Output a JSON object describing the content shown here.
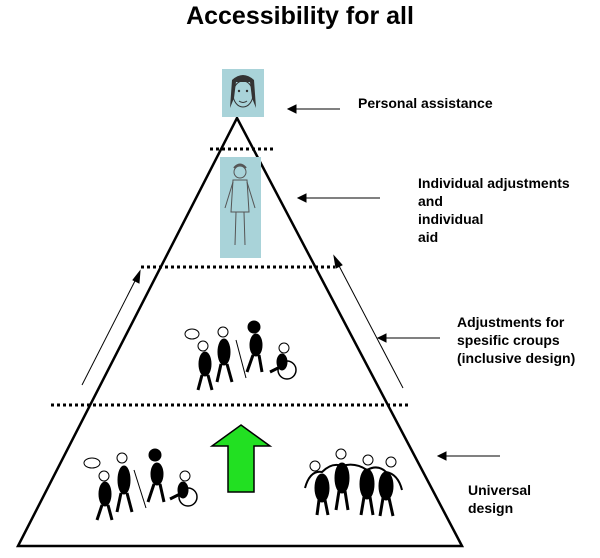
{
  "title": "Accessibility for all",
  "levels": [
    {
      "id": "personal",
      "lines": [
        "Personal assistance"
      ]
    },
    {
      "id": "individual",
      "lines": [
        "Individual adjustments",
        "and",
        "individual",
        "aid"
      ]
    },
    {
      "id": "groups",
      "lines": [
        "Adjustments for",
        "spesific croups",
        "(inclusive design)"
      ]
    },
    {
      "id": "universal",
      "lines": [
        "Universal",
        "design"
      ]
    }
  ],
  "colors": {
    "picture_bg": "#a9d3d9",
    "up_arrow": "#22e022",
    "stroke": "#000000"
  },
  "icons": {
    "top_picture": "face-portrait-icon",
    "second_picture": "standing-person-icon",
    "center_group": "disabled-people-group-icon",
    "left_group": "disabled-people-group-icon",
    "right_group": "people-holding-hands-icon",
    "center_arrow": "green-up-arrow-icon"
  }
}
